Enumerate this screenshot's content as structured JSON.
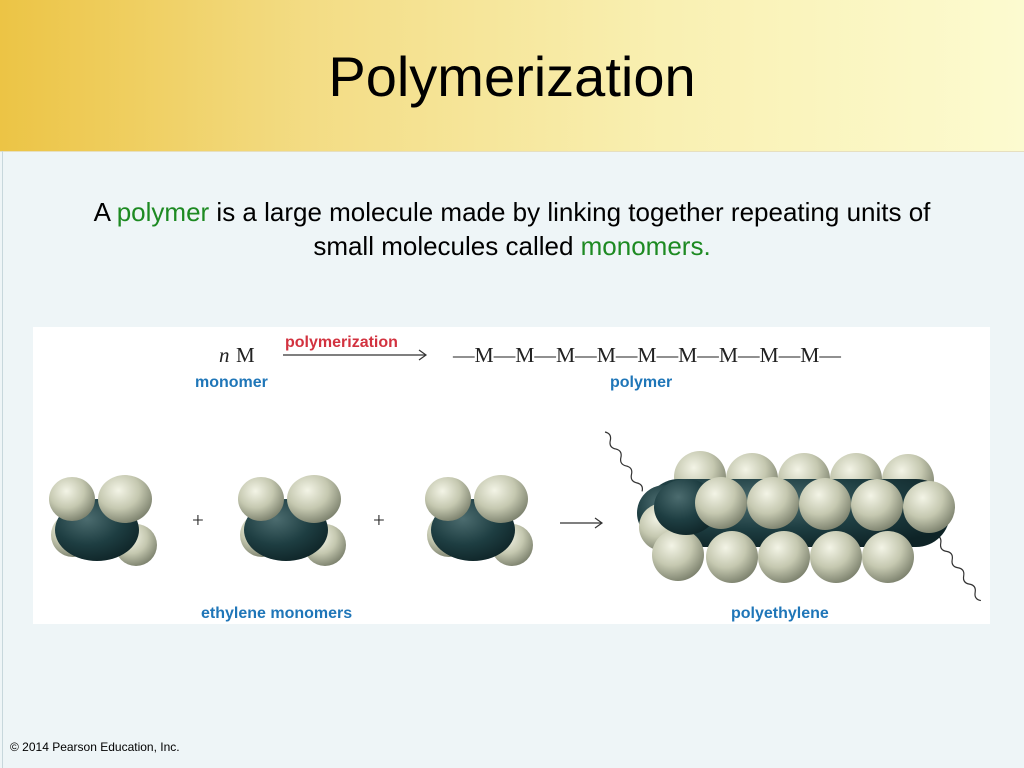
{
  "slide": {
    "title": "Polymerization",
    "definition": {
      "part1": "A ",
      "term1": "polymer",
      "part2": " is a large molecule made by linking together repeating units of small molecules called ",
      "term2": "monomers."
    },
    "copyright": "© 2014 Pearson Education, Inc."
  },
  "figure": {
    "n_symbol": "n",
    "monomer_symbol": "M",
    "arrow_label": "polymerization",
    "polymer_chain": "—M—M—M—M—M—M—M—M—M—",
    "monomer_label": "monomer",
    "polymer_label": "polymer",
    "plus_1": "+",
    "plus_2": "+",
    "ethylene_label": "ethylene monomers",
    "polyethylene_label": "polyethylene"
  },
  "colors": {
    "term_green": "#1d8a22",
    "figure_blue": "#1f76b8",
    "arrow_red": "#d2323f",
    "carbon": "#1e3e42",
    "hydrogen": "#c5c8b0"
  }
}
